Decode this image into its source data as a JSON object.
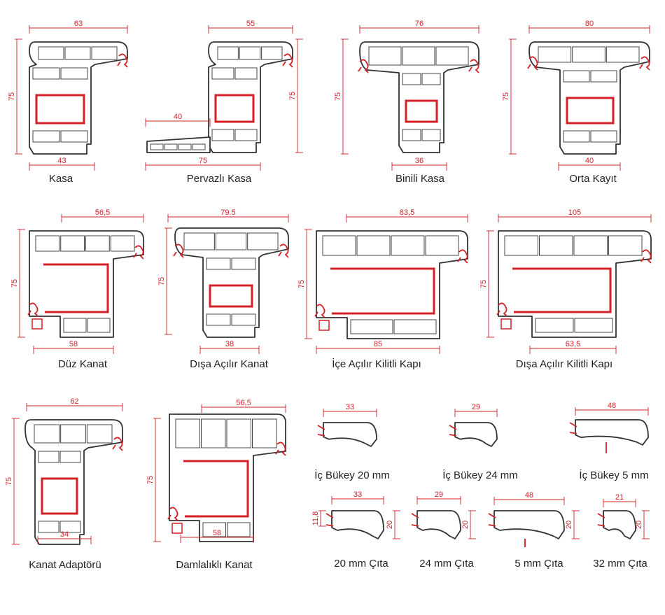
{
  "colors": {
    "dimension": "#d32027",
    "outline": "#333333",
    "text": "#222222",
    "background": "#ffffff"
  },
  "profiles": [
    {
      "id": "kasa",
      "label": "Kasa",
      "dims": {
        "top": "63",
        "height": "75",
        "bottom": "43"
      }
    },
    {
      "id": "pervazli-kasa",
      "label": "Pervazlı Kasa",
      "dims": {
        "top": "55",
        "height": "75",
        "bottom": "75",
        "ledge": "40"
      }
    },
    {
      "id": "binili-kasa",
      "label": "Binili Kasa",
      "dims": {
        "top": "76",
        "height": "75",
        "bottom": "36"
      }
    },
    {
      "id": "orta-kayit",
      "label": "Orta Kayıt",
      "dims": {
        "top": "80",
        "height": "75",
        "bottom": "40"
      }
    },
    {
      "id": "duz-kanat",
      "label": "Düz Kanat",
      "dims": {
        "top": "56,5",
        "height": "75",
        "bottom": "58"
      }
    },
    {
      "id": "disa-acilir-kanat",
      "label": "Dışa Açılır Kanat",
      "dims": {
        "top": "79.5",
        "height": "75",
        "bottom": "38"
      }
    },
    {
      "id": "ice-acilir-kilitli-kapi",
      "label": "İçe Açılır Kilitli Kapı",
      "dims": {
        "top": "83,5",
        "height": "75",
        "bottom": "85"
      }
    },
    {
      "id": "disa-acilir-kilitli-kapi",
      "label": "Dışa Açılır Kilitli Kapı",
      "dims": {
        "top": "105",
        "height": "75",
        "bottom": "63,5"
      }
    },
    {
      "id": "kanat-adaptoru",
      "label": "Kanat Adaptörü",
      "dims": {
        "top": "62",
        "height": "75",
        "bottom": "34"
      }
    },
    {
      "id": "damlalikli-kanat",
      "label": "Damlalıklı Kanat",
      "dims": {
        "top": "56,5",
        "height": "75",
        "bottom": "58"
      }
    },
    {
      "id": "ic-bukey-20",
      "label": "İç Bükey 20 mm",
      "dims": {
        "top": "33"
      }
    },
    {
      "id": "ic-bukey-24",
      "label": "İç Bükey 24 mm",
      "dims": {
        "top": "29"
      }
    },
    {
      "id": "ic-bukey-5",
      "label": "İç Bükey 5 mm",
      "dims": {
        "top": "48"
      }
    },
    {
      "id": "cita-20",
      "label": "20 mm Çıta",
      "dims": {
        "top": "33",
        "side": "20",
        "left": "11,8"
      }
    },
    {
      "id": "cita-24",
      "label": "24 mm Çıta",
      "dims": {
        "top": "29",
        "side": "20"
      }
    },
    {
      "id": "cita-5",
      "label": "5 mm Çıta",
      "dims": {
        "top": "48",
        "side": "20"
      }
    },
    {
      "id": "cita-32",
      "label": "32 mm Çıta",
      "dims": {
        "top": "21",
        "side": "20"
      }
    }
  ]
}
